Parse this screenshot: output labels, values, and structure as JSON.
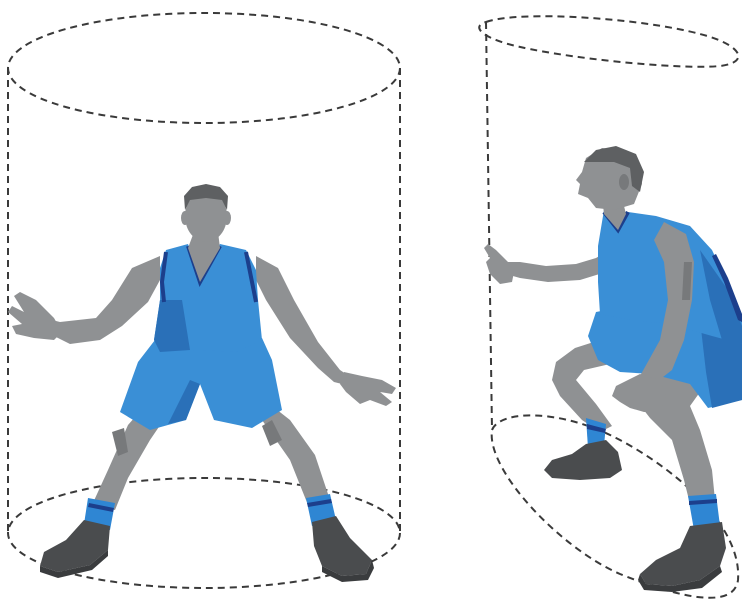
{
  "colors": {
    "background": "#ffffff",
    "cylinder_stroke": "#3a3a3a",
    "skin": "#8f9193",
    "skin_shadow": "#77797b",
    "hair": "#5e6062",
    "jersey": "#3a8fd6",
    "jersey_shadow": "#2a70b8",
    "jersey_trim": "#1c3f8c",
    "sock": "#2f86d3",
    "shoe": "#4a4c4e",
    "shoe_sole": "#3a3c3e"
  },
  "figures": [
    {
      "name": "front-view-defender",
      "view": "front"
    },
    {
      "name": "side-view-defender",
      "view": "side"
    }
  ]
}
